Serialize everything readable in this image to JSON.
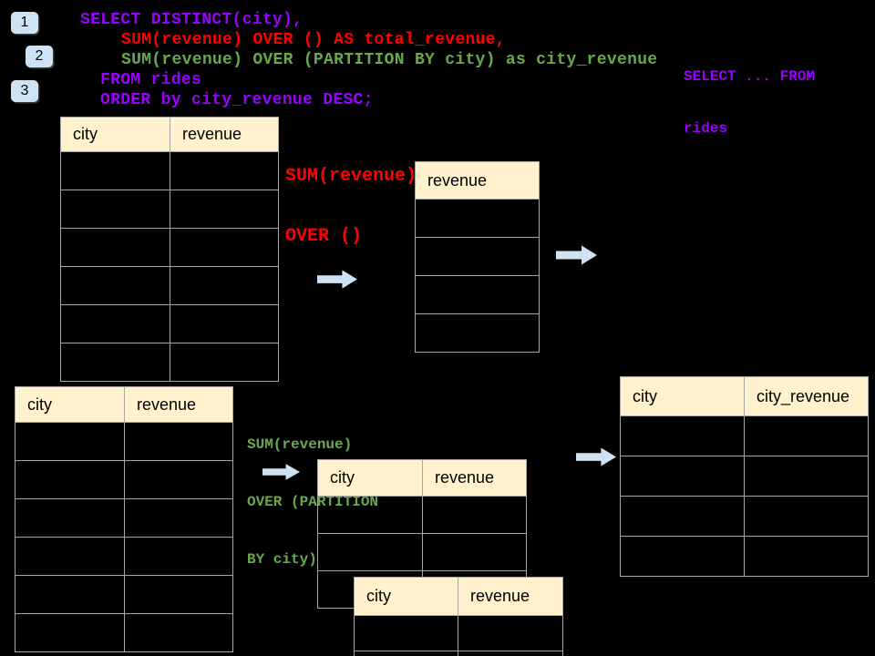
{
  "steps": [
    {
      "label": "1"
    },
    {
      "label": "2"
    },
    {
      "label": "3"
    }
  ],
  "sql_code": {
    "line1": "SELECT DISTINCT(city),",
    "line2": "SUM(revenue) OVER () AS total_revenue,",
    "line3": "SUM(revenue) OVER (PARTITION BY city) as city_revenue",
    "line4": "FROM rides",
    "line5": "ORDER by city_revenue DESC;"
  },
  "side_note": {
    "line1": "SELECT ... FROM",
    "line2": "rides"
  },
  "labels": {
    "total": {
      "line1": "SUM(revenue)",
      "line2": "OVER ()"
    },
    "partition": {
      "line1": "SUM(revenue)",
      "line2": "OVER (PARTITION",
      "line3": "BY city)"
    }
  },
  "tables": {
    "source_top": {
      "headers": [
        "city",
        "revenue"
      ],
      "empty_rows": 6
    },
    "total_result": {
      "headers": [
        "revenue"
      ],
      "empty_rows": 4
    },
    "source_bottom": {
      "headers": [
        "city",
        "revenue"
      ],
      "empty_rows": 6
    },
    "partition_input": {
      "headers": [
        "city",
        "revenue"
      ],
      "empty_rows": 3
    },
    "partition_overlay": {
      "headers": [
        "city",
        "revenue"
      ],
      "empty_rows": 2
    },
    "city_revenue_result": {
      "headers": [
        "city",
        "city_revenue"
      ],
      "empty_rows": 4
    }
  },
  "colors": {
    "background": "#000000",
    "sql_purple": "#9900ff",
    "sql_red": "#ff0000",
    "sql_green": "#6aa84f",
    "badge_blue": "#cfe2f3",
    "arrow_blue": "#cfe2f3",
    "table_header_cream": "#fff2cc",
    "table_border_gray": "#a6a6a6"
  }
}
